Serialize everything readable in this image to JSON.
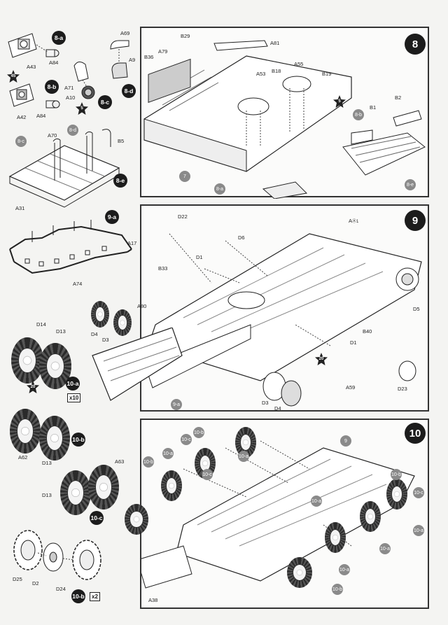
{
  "step8": {
    "number": "8",
    "labels": [
      "B29",
      "A81",
      "B36",
      "A79",
      "A53",
      "B18",
      "A55",
      "B19",
      "B2",
      "B1",
      "7"
    ],
    "callouts": [
      "8-b",
      "8-a",
      "8-e"
    ],
    "star": "5"
  },
  "step9": {
    "number": "9",
    "labels": [
      "D22",
      "D6",
      "D1",
      "B33",
      "A80",
      "D4",
      "D3",
      "D5",
      "B40",
      "D1",
      "A59",
      "D3",
      "D4",
      "D23"
    ],
    "hull_label": "A",
    "hull_sub": "Ⓐ1",
    "callouts": [
      "9-a"
    ],
    "star": "20"
  },
  "step10": {
    "number": "10",
    "labels": [
      "A38"
    ],
    "callouts": [
      "10-b",
      "10-c",
      "10-a",
      "10-c",
      "10-a",
      "10-b",
      "9",
      "10-b",
      "10-c",
      "10-a",
      "10-a",
      "10-a",
      "10-b",
      "10-a"
    ]
  },
  "sub_left": {
    "s8a": {
      "badge": "8-a",
      "labels": [
        "A43",
        "A84"
      ],
      "star": "45"
    },
    "s8b": {
      "badge": "8-b",
      "labels": [
        "A42",
        "A84"
      ]
    },
    "s8c": {
      "badge": "8-c",
      "labels": [
        "A71",
        "A10"
      ],
      "star": "5"
    },
    "s8d": {
      "badge": "8-d",
      "labels": [
        "A69",
        "A9"
      ]
    },
    "s8e": {
      "badge": "8-e",
      "labels": [
        "A70",
        "B5",
        "A31"
      ],
      "callouts": [
        "8-c",
        "8-d"
      ]
    },
    "s9a": {
      "badge": "9-a",
      "labels": [
        "A17",
        "A74"
      ]
    },
    "s10a": {
      "badge": "10-a",
      "labels": [
        "D14",
        "D13"
      ],
      "mult": "x10",
      "star": "20"
    },
    "s10b_wheels": {
      "badge": "10-b",
      "labels": [
        "A62",
        "D13"
      ]
    },
    "s10c": {
      "badge": "10-c",
      "labels": [
        "A63",
        "D13"
      ]
    },
    "s10b_sprocket": {
      "badge": "10-b",
      "labels": [
        "D25",
        "D2",
        "D24"
      ],
      "mult": "x2"
    }
  }
}
